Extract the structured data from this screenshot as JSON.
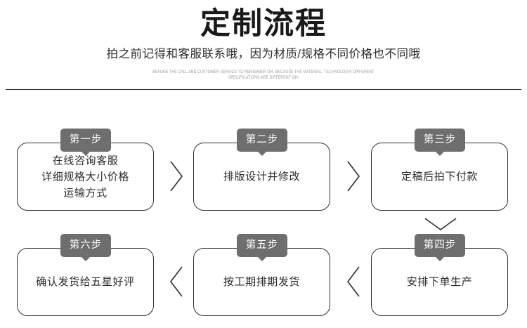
{
  "header": {
    "title": "定制流程",
    "subtitle": "拍之前记得和客服联系哦，因为材质/规格不同价格也不同哦",
    "english_line_1": "BEFORE THE CALL AND CUSTOMER SERVICE TO REMEMBER OH, BECAUSE THE MATERIAL, TECHNOLOGY\\ DIFFERENT",
    "english_line_2": "SPECIFICATIONS ARE DIFFERENT OH!"
  },
  "colors": {
    "badge_background": "#6e6e6e",
    "badge_text": "#ffffff",
    "box_border": "#2e2e2e",
    "box_background": "#ffffff",
    "text": "#2b2b2b",
    "title": "#1a1a1a",
    "english_text": "#9a9a9a",
    "divider": "#1f1f1f"
  },
  "flow": {
    "steps": [
      {
        "badge": "第一步",
        "text": "在线咨询客服\n详细规格大小价格\n运输方式",
        "lines": [
          "在线咨询客服",
          "详细规格大小价格",
          "运输方式"
        ]
      },
      {
        "badge": "第二步",
        "text": "排版设计并修改",
        "lines": [
          "排版设计并修改"
        ]
      },
      {
        "badge": "第三步",
        "text": "定稿后拍下付款",
        "lines": [
          "定稿后拍下付款"
        ]
      },
      {
        "badge": "第四步",
        "text": "安排下单生产",
        "lines": [
          "安排下单生产"
        ]
      },
      {
        "badge": "第五步",
        "text": "按工期排期发货",
        "lines": [
          "按工期排期发货"
        ]
      },
      {
        "badge": "第六步",
        "text": "确认发货给五星好评",
        "lines": [
          "确认发货给五星好评"
        ]
      }
    ],
    "connectors": [
      {
        "name": "chevron-right-icon",
        "from": "第一步",
        "to": "第二步",
        "direction": "right"
      },
      {
        "name": "chevron-right-icon",
        "from": "第二步",
        "to": "第三步",
        "direction": "right"
      },
      {
        "name": "chevron-down-icon",
        "from": "第三步",
        "to": "第四步",
        "direction": "down"
      },
      {
        "name": "chevron-left-icon",
        "from": "第四步",
        "to": "第五步",
        "direction": "left"
      },
      {
        "name": "chevron-left-icon",
        "from": "第五步",
        "to": "第六步",
        "direction": "left"
      }
    ]
  }
}
